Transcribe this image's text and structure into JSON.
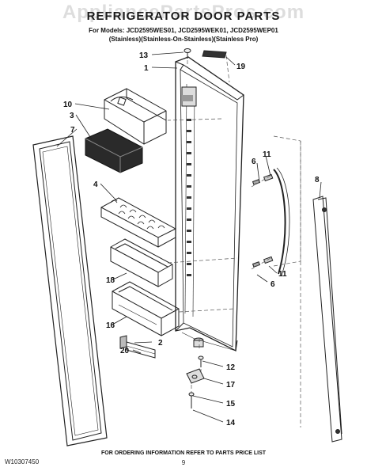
{
  "watermark": "AppliancePartsPros.com",
  "title": "REFRIGERATOR DOOR PARTS",
  "models_line1": "For Models: JCD2595WES01, JCD2595WEK01, JCD2595WEP01",
  "models_line2": "(Stainless)(Stainless-On-Stainless)(Stainless Pro)",
  "callouts": {
    "c13": "13",
    "c19": "19",
    "c1": "1",
    "c10": "10",
    "c3": "3",
    "c7": "7",
    "c11a": "11",
    "c6a": "6",
    "c8": "8",
    "c4": "4",
    "c18": "18",
    "c11b": "11",
    "c6b": "6",
    "c16": "16",
    "c2": "2",
    "c20": "20",
    "c12": "12",
    "c17": "17",
    "c15": "15",
    "c14": "14"
  },
  "footer": {
    "part_number": "W10307450",
    "ordering_note": "FOR ORDERING INFORMATION REFER TO PARTS PRICE LIST",
    "page_number": "9"
  }
}
